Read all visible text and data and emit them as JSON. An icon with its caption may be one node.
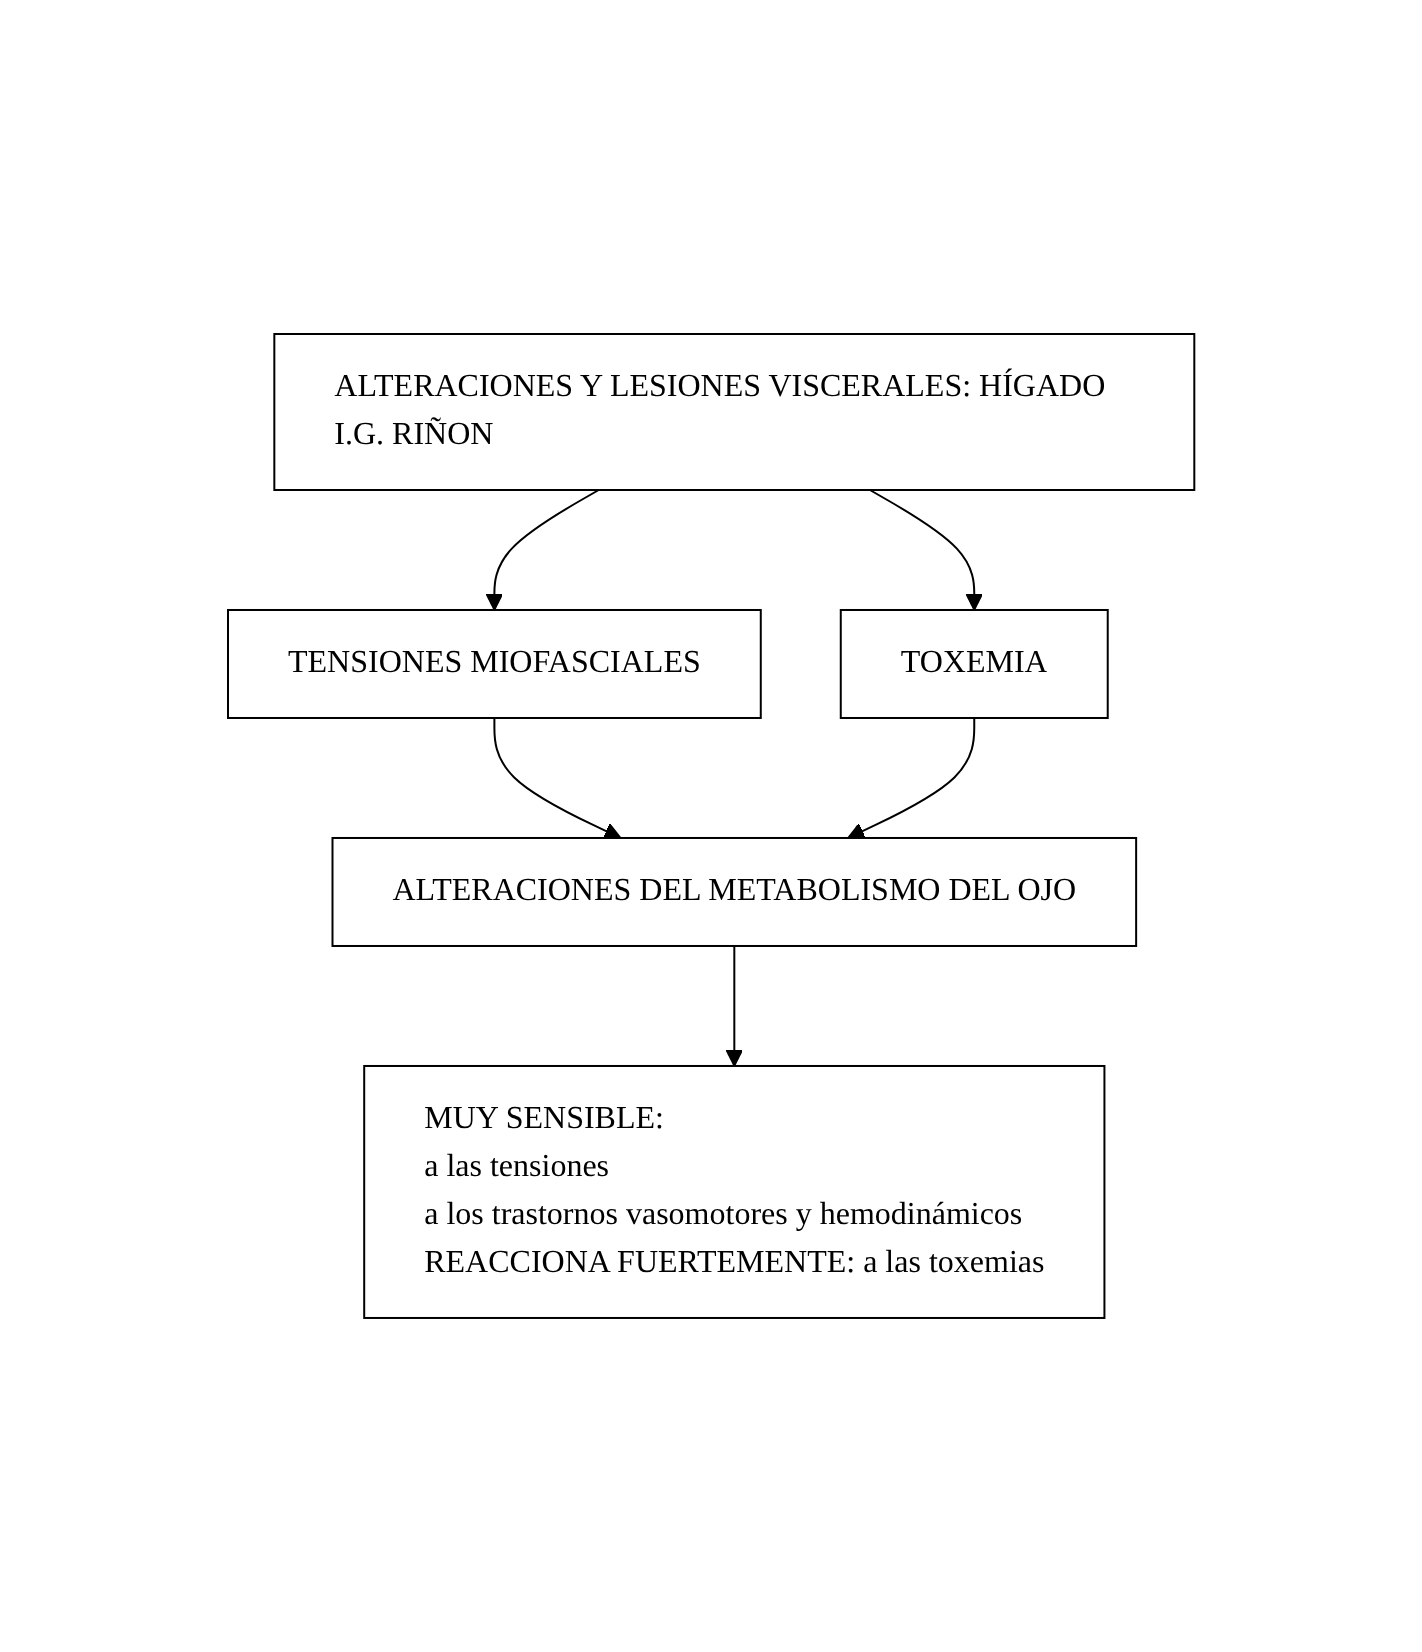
{
  "diagram": {
    "nodes": [
      {
        "text": [
          "ALTERACIONES Y LESIONES VISCERALES: HÍGADO I.G. RIÑON"
        ]
      },
      {
        "text": [
          "TENSIONES MIOFASCIALES"
        ]
      },
      {
        "text": [
          "TOXEMIA"
        ]
      },
      {
        "text": [
          "ALTERACIONES DEL METABOLISMO DEL OJO"
        ]
      },
      {
        "text": [
          "MUY SENSIBLE:",
          "a las tensiones",
          "a los trastornos vasomotores y hemodinámicos",
          "REACCIONA FUERTEMENTE: a las toxemias"
        ]
      }
    ],
    "edges": [
      {
        "from": 0,
        "to": 1,
        "arrow": "to"
      },
      {
        "from": 0,
        "to": 2,
        "arrow": "to"
      },
      {
        "from": 1,
        "to": 3,
        "arrow": "to"
      },
      {
        "from": 2,
        "to": 3,
        "arrow": "to"
      },
      {
        "from": 3,
        "to": 4,
        "arrow": "to"
      }
    ]
  }
}
